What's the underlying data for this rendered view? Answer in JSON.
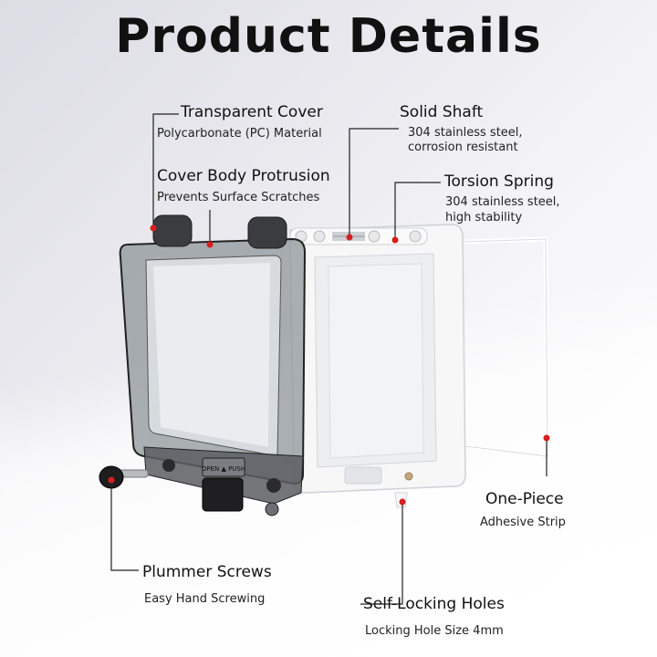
{
  "title": "Product Details",
  "callouts": {
    "transparent_cover": {
      "heading": "Transparent Cover",
      "detail": "Polycarbonate (PC) Material"
    },
    "solid_shaft": {
      "heading": "Solid Shaft",
      "detail_line1": "304 stainless steel,",
      "detail_line2": "corrosion resistant"
    },
    "cover_body_protrusion": {
      "heading": "Cover Body Protrusion",
      "detail": "Prevents Surface Scratches"
    },
    "torsion_spring": {
      "heading": "Torsion Spring",
      "detail_line1": "304 stainless steel,",
      "detail_line2": "high stability"
    },
    "one_piece": {
      "heading": "One-Piece",
      "detail": "Adhesive Strip"
    },
    "plummer_screws": {
      "heading": "Plummer Screws",
      "detail": "Easy Hand Screwing"
    },
    "self_locking_holes": {
      "heading": "Self-Locking Holes",
      "detail": "Locking Hole Size 4mm"
    }
  },
  "product": {
    "latch_label": "OPEN ▲ PUSH"
  },
  "colors": {
    "callout_dot": "#d42020",
    "leader_line": "#222222",
    "cover_tint": "#9aa0a4",
    "frame_white": "#f7f7f7"
  }
}
